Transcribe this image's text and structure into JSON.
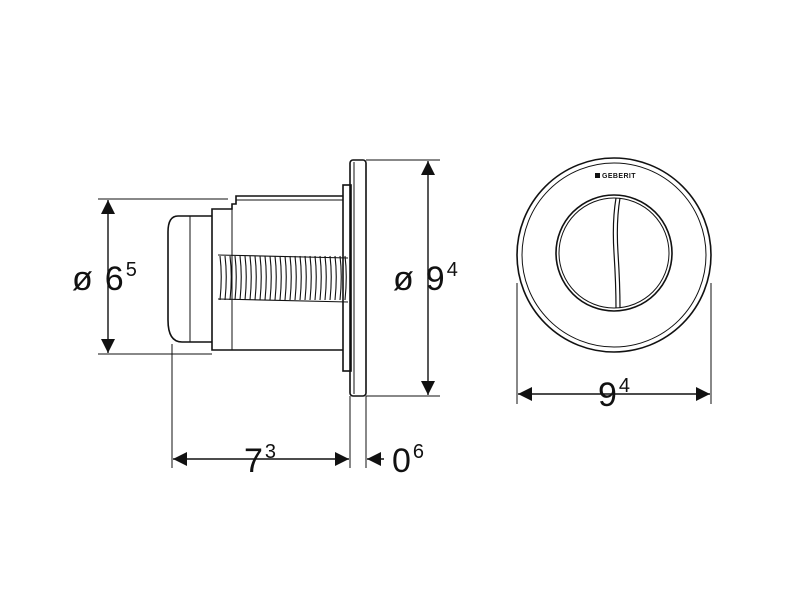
{
  "drawing": {
    "brand_text": "GEBERIT",
    "line_color": "#111111",
    "dimensions": {
      "side_diameter": {
        "prefix": "ø",
        "main": "6",
        "sup": "5"
      },
      "front_diameter": {
        "prefix": "ø",
        "main": "9",
        "sup": "4"
      },
      "depth": {
        "main": "7",
        "sup": "3"
      },
      "plate_thickness": {
        "main": "0",
        "sup": "6"
      },
      "face_width": {
        "main": "9",
        "sup": "4"
      }
    }
  }
}
